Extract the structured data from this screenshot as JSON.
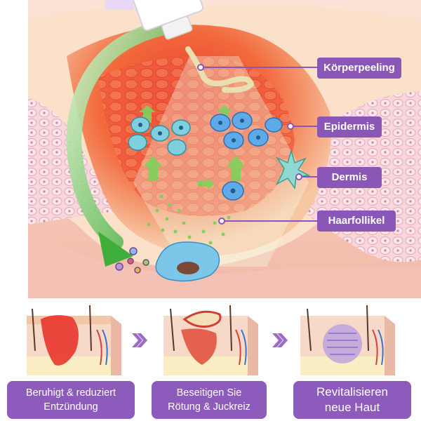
{
  "labels": {
    "peeling": "Körperpeeling",
    "epidermis": "Epidermis",
    "dermis": "Dermis",
    "follicle": "Haarfollikel"
  },
  "steps": [
    {
      "line1": "Beruhigt & reduziert",
      "line2": "Entzündung"
    },
    {
      "line1": "Beseitigen Sie",
      "line2": "Rötung & Juckreiz"
    },
    {
      "line1": "Revitalisieren",
      "line2": "neue Haut"
    }
  ],
  "colors": {
    "label_bg": "#8a57b6",
    "pill_bg": "#8d5bbb",
    "step_arrow": "#9b6cc4",
    "inflamed": "#e8352c",
    "skin": "#f6d3c5",
    "green_arrow": "#5cc443"
  }
}
